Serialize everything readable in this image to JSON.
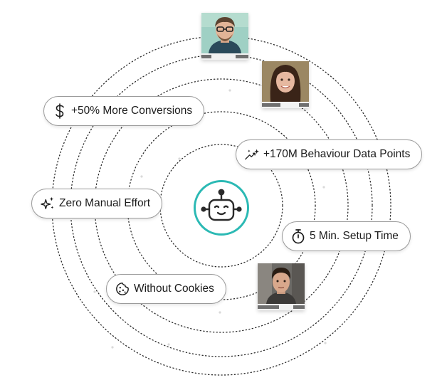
{
  "features": {
    "conversions": {
      "label": "+50% More Conversions",
      "icon": "dollar-sign-icon"
    },
    "data_points": {
      "label": "+170M Behaviour Data Points",
      "icon": "trend-sparkle-icon"
    },
    "manual": {
      "label": "Zero Manual Effort",
      "icon": "sparkles-icon"
    },
    "setup": {
      "label": "5 Min. Setup Time",
      "icon": "stopwatch-icon"
    },
    "cookies": {
      "label": "Without Cookies",
      "icon": "cookie-icon"
    }
  },
  "center": {
    "icon": "robot-face-icon"
  },
  "avatars": [
    {
      "name": "man-glasses",
      "icon": "person-photo-icon"
    },
    {
      "name": "woman-smiling",
      "icon": "person-photo-icon"
    },
    {
      "name": "man-dark-hair",
      "icon": "person-photo-icon"
    }
  ],
  "colors": {
    "accent": "#2bb9b4",
    "ring": "#2a2a2a",
    "text": "#1c1c1c",
    "border": "#9a9a9a"
  }
}
